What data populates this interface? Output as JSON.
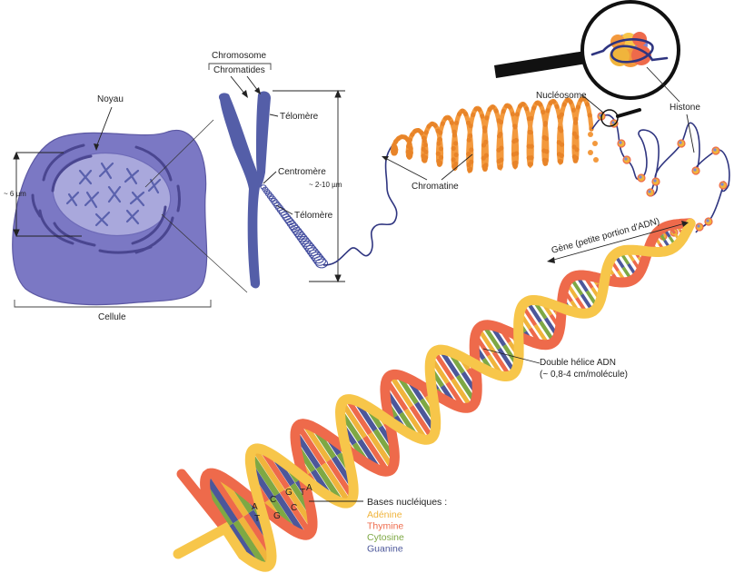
{
  "labels": {
    "noyau": "Noyau",
    "cellule": "Cellule",
    "nucleus_size": "~ 6 µm",
    "chromosome": "Chromosome",
    "chromatides": "Chromatides",
    "telomere_top": "Télomère",
    "centromere": "Centromère",
    "telomere_bottom": "Télomère",
    "chromosome_size": "~ 2-10 µm",
    "chromatine": "Chromatine",
    "nucleosome": "Nucléosome",
    "histone": "Histone",
    "gene": "Gène (petite portion d'ADN)",
    "helix_line1": "Double hélice ADN",
    "helix_line2": "(~ 0,8-4 cm/molécule)",
    "bases_title": "Bases nucléiques :"
  },
  "bases": [
    {
      "name": "Adénine",
      "color": "#f0b43c"
    },
    {
      "name": "Thymine",
      "color": "#ee6a4b"
    },
    {
      "name": "Cytosine",
      "color": "#7ea844"
    },
    {
      "name": "Guanine",
      "color": "#4c579a"
    }
  ],
  "pair_letters": [
    {
      "top": "A",
      "bottom": "T"
    },
    {
      "top": "C",
      "bottom": "G"
    },
    {
      "top": "G",
      "bottom": "C"
    },
    {
      "top": "T",
      "bottom": "A"
    }
  ],
  "colors": {
    "cell": "#7b78c4",
    "nucleus": "#a9a8dc",
    "chromosome": "#545ea8",
    "chromatin": "#f3993d",
    "strand_yellow": "#f7c64a",
    "strand_red": "#ee6a4b",
    "fiber": "#2f3580"
  }
}
